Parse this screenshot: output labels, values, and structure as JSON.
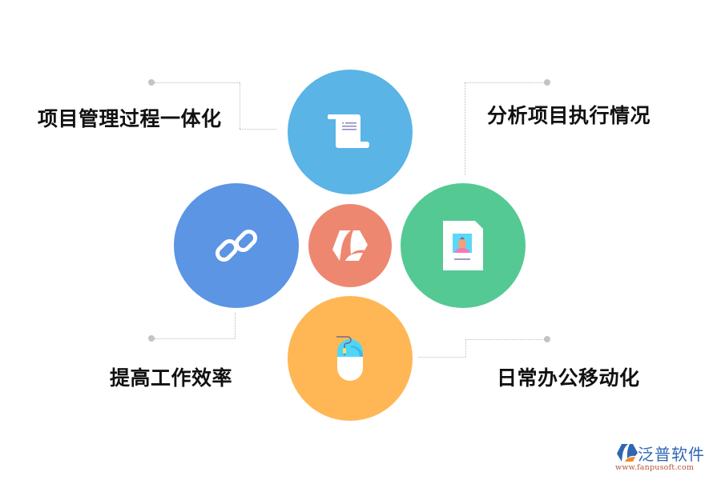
{
  "diagram": {
    "center": {
      "icon": "brand-hexagon-icon",
      "color": "#EE8770"
    },
    "nodes": [
      {
        "position": "top",
        "label": "项目管理过程一体化",
        "icon": "scroll-document-icon",
        "color": "#5AB4E5"
      },
      {
        "position": "right",
        "label": "分析项目执行情况",
        "icon": "profile-card-icon",
        "color": "#55C993"
      },
      {
        "position": "left",
        "label": "提高工作效率",
        "icon": "chain-link-icon",
        "color": "#5B95E3"
      },
      {
        "position": "bottom",
        "label": "日常办公移动化",
        "icon": "computer-mouse-icon",
        "color": "#FFB755"
      }
    ]
  },
  "watermark": {
    "name": "泛普软件",
    "url": "www.fanpusoft.com"
  }
}
